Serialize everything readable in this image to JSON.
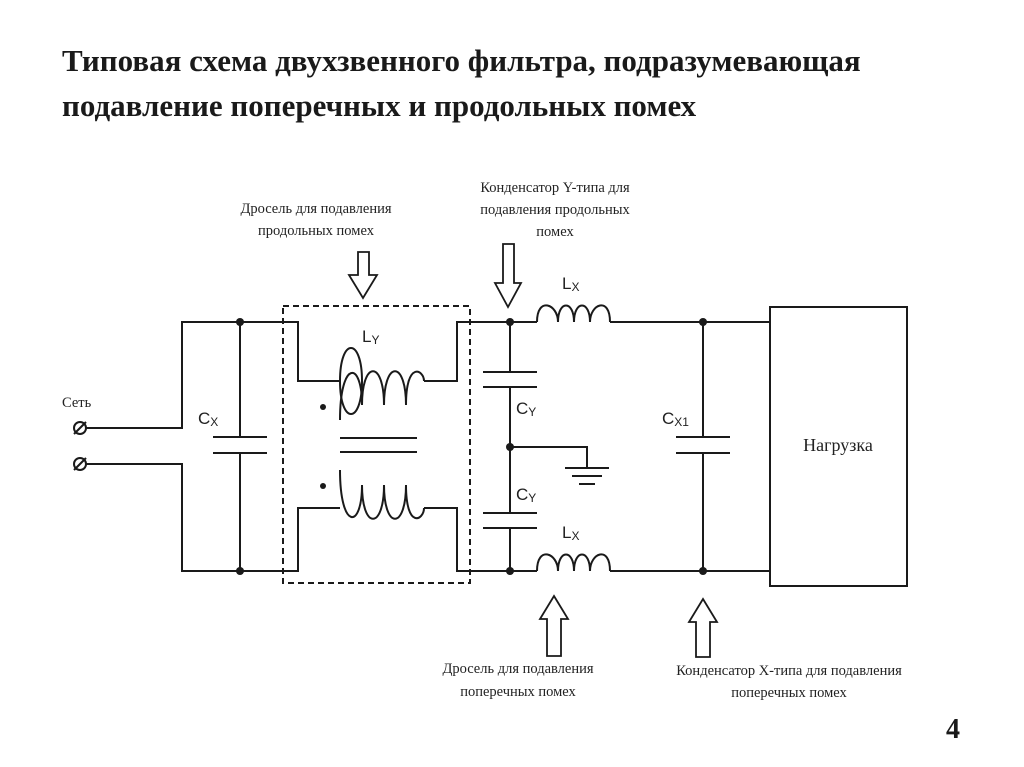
{
  "slide": {
    "title": "Типовая схема двухзвенного фильтра, подразумевающая подавление поперечных и продольных помех",
    "page_number": "4"
  },
  "labels": {
    "choke_common_line1": "Дросель для подавления",
    "choke_common_line2": "продольных  помех",
    "cap_y_line1": "Конденсатор Y-типа для",
    "cap_y_line2": "подавления продольных",
    "cap_y_line3": "помех",
    "choke_diff_line1": "Дросель для подавления",
    "choke_diff_line2": "поперечных   помех",
    "cap_x_line1": "Конденсатор X-типа для подавления",
    "cap_x_line2": "поперечных помех",
    "mains": "Сеть",
    "load": "Нагрузка"
  },
  "components": {
    "cx": {
      "main": "C",
      "sub": "X"
    },
    "ly": {
      "main": "L",
      "sub": "Y"
    },
    "cy_top": {
      "main": "C",
      "sub": "Y"
    },
    "cy_bottom": {
      "main": "C",
      "sub": "Y"
    },
    "lx_top": {
      "main": "L",
      "sub": "X"
    },
    "lx_bottom": {
      "main": "L",
      "sub": "X"
    },
    "cx1": {
      "main": "C",
      "sub": "X1"
    }
  }
}
